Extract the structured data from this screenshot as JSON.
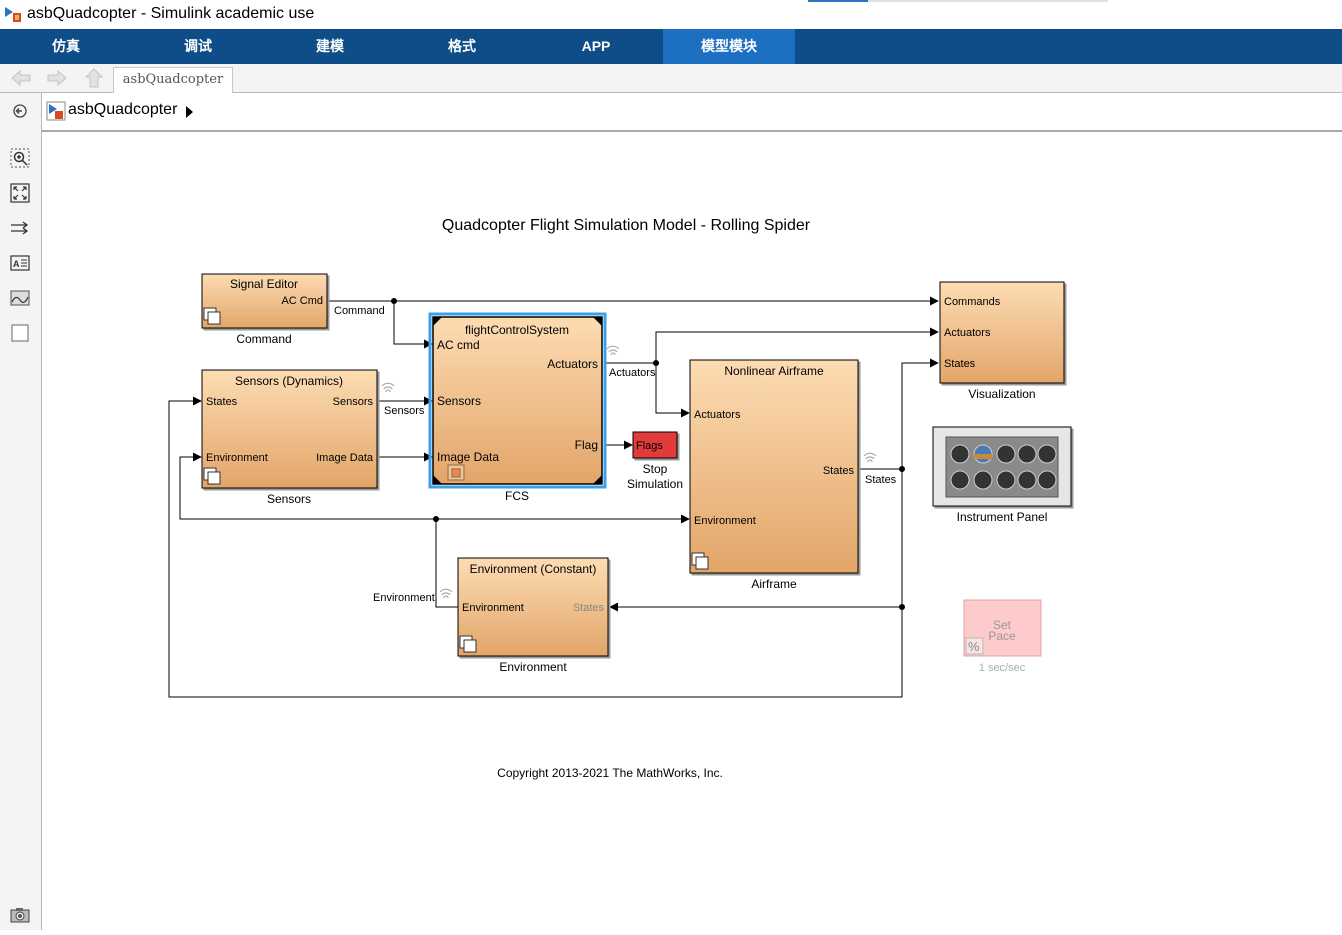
{
  "window": {
    "title": "asbQuadcopter - Simulink academic use"
  },
  "ribbon": {
    "tabs": [
      {
        "label": "仿真"
      },
      {
        "label": "调试"
      },
      {
        "label": "建模"
      },
      {
        "label": "格式"
      },
      {
        "label": "APP"
      },
      {
        "label": "模型模块",
        "active": true
      }
    ]
  },
  "nav": {
    "doc_tab": "asbQuadcopter"
  },
  "breadcrumb": {
    "model": "asbQuadcopter"
  },
  "diagram": {
    "title": "Quadcopter Flight Simulation Model - Rolling Spider",
    "copyright": "Copyright 2013-2021 The MathWorks, Inc.",
    "blocks": {
      "command": {
        "title": "Signal Editor",
        "port_out": "AC Cmd",
        "name": "Command"
      },
      "sensors": {
        "title": "Sensors (Dynamics)",
        "port_in1": "States",
        "port_in2": "Environment",
        "port_out1": "Sensors",
        "port_out2": "Image Data",
        "name": "Sensors"
      },
      "fcs": {
        "title": "flightControlSystem",
        "port_in1": "AC cmd",
        "port_in2": "Sensors",
        "port_in3": "Image Data",
        "port_out1": "Actuators",
        "port_out2": "Flag",
        "name": "FCS"
      },
      "flags": {
        "title": "Flags",
        "name1": "Stop",
        "name2": "Simulation"
      },
      "airframe": {
        "title": "Nonlinear Airframe",
        "port_in1": "Actuators",
        "port_in2": "Environment",
        "port_out": "States",
        "name": "Airframe"
      },
      "visualization": {
        "port_in1": "Commands",
        "port_in2": "Actuators",
        "port_in3": "States",
        "name": "Visualization"
      },
      "instrument": {
        "name": "Instrument Panel"
      },
      "environment": {
        "title": "Environment (Constant)",
        "port_in": "Environment",
        "port_out": "States",
        "name": "Environment"
      },
      "pace": {
        "line1": "Set",
        "line2": "Pace",
        "rate": "1 sec/sec"
      }
    },
    "signals": {
      "command": "Command",
      "sensors": "Sensors",
      "actuators": "Actuators",
      "states": "States",
      "environment": "Environment"
    }
  },
  "colors": {
    "ribbon": "#0e4d88",
    "ribbon_active": "#1d6fc1",
    "block_fill_top": "#fddcb3",
    "block_fill_bottom": "#e2a569",
    "selection": "#3aa0e8",
    "flags": "#e23a3a"
  },
  "icons": [
    "back-arrow-icon",
    "forward-arrow-icon",
    "up-arrow-icon",
    "hide-browser-icon",
    "zoom-in-icon",
    "fit-to-view-icon",
    "signal-lines-icon",
    "annotation-icon",
    "image-icon",
    "box-icon",
    "camera-icon"
  ]
}
